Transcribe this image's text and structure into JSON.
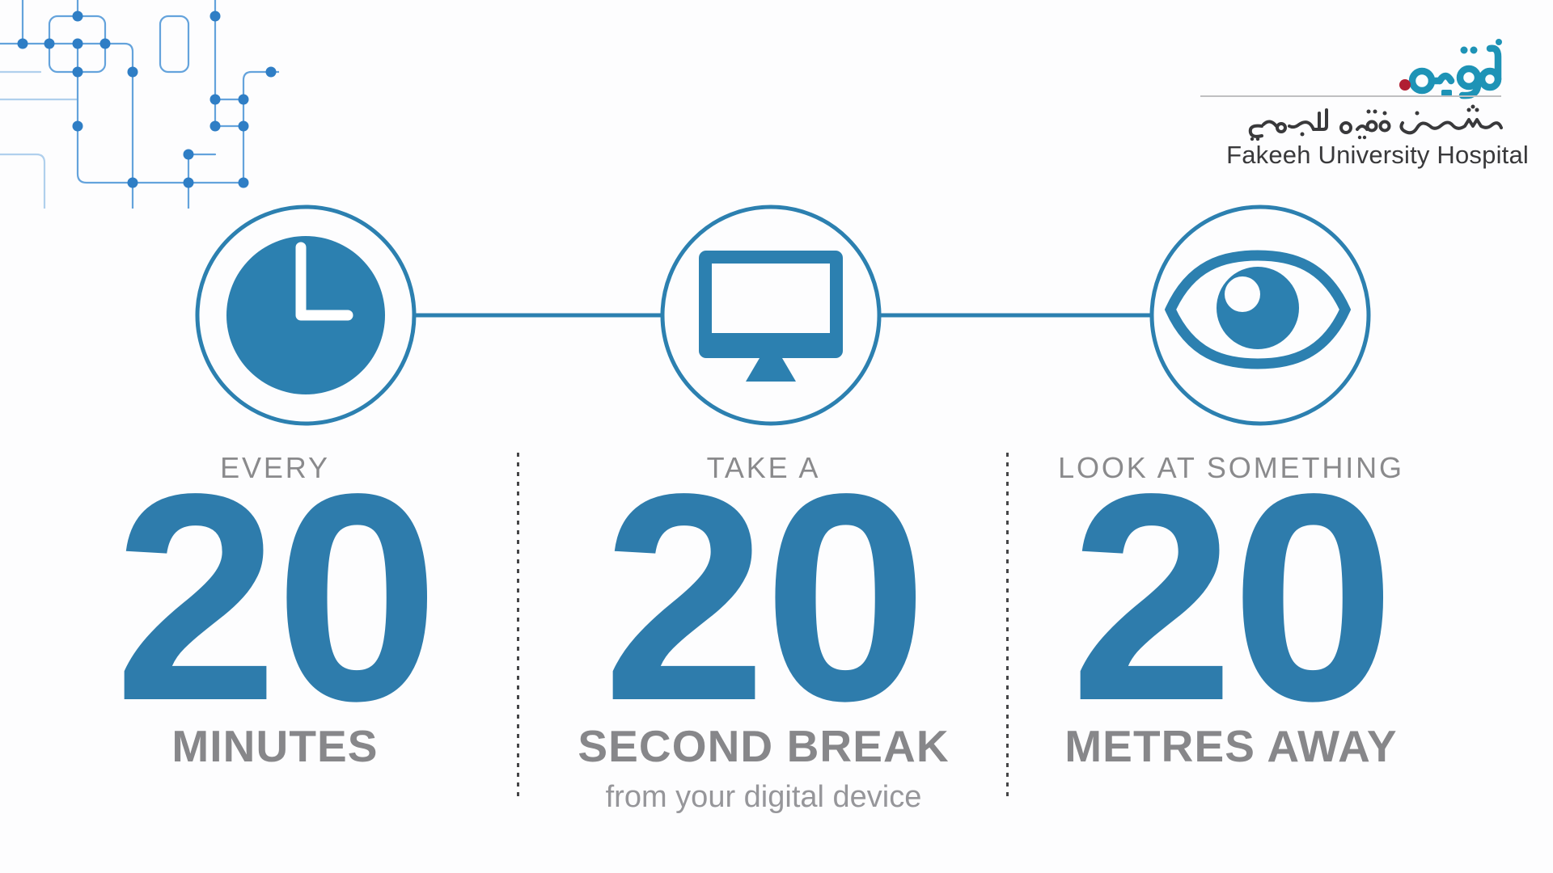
{
  "brand": {
    "wordmark_ar": "فقيه",
    "hospital_name_ar": "مستشفى فقيه الجامعي",
    "hospital_name_en": "Fakeeh University Hospital",
    "wordmark_color": "#1E93B6",
    "dot_color": "#B01E32"
  },
  "colors": {
    "primary_blue": "#2E7CAC",
    "icon_blue": "#2C80B0",
    "heading_gray": "#8A8A8C",
    "bold_gray": "#87878A",
    "caption_gray": "#96969A",
    "dark_text": "#39393B",
    "circuit_line": "#64A3DC",
    "circuit_node": "#2F7EC5"
  },
  "decor": {
    "circuit_pattern": "network-nodes-top-left",
    "icons": [
      "clock-icon",
      "monitor-icon",
      "eye-icon"
    ]
  },
  "rule": {
    "steps": [
      {
        "icon": "clock-icon",
        "lead": "EVERY",
        "number": "20",
        "label": "MINUTES",
        "note": ""
      },
      {
        "icon": "monitor-icon",
        "lead": "TAKE A",
        "number": "20",
        "label": "SECOND BREAK",
        "note": "from your digital device"
      },
      {
        "icon": "eye-icon",
        "lead": "LOOK AT SOMETHING",
        "number": "20",
        "label": "METRES AWAY",
        "note": ""
      }
    ]
  }
}
